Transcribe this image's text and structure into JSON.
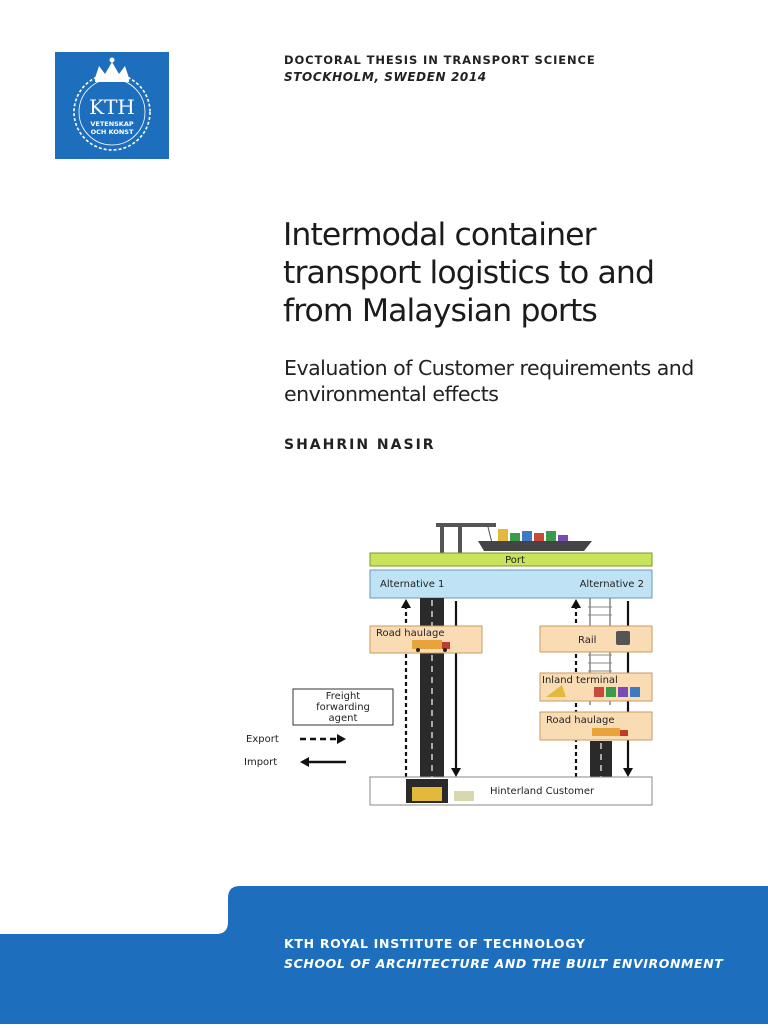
{
  "logo": {
    "text": "KTH",
    "motto_line1": "VETENSKAP",
    "motto_line2": "OCH KONST"
  },
  "header": {
    "series": "DOCTORAL THESIS IN TRANSPORT SCIENCE",
    "place_year": "STOCKHOLM, SWEDEN 2014"
  },
  "title": {
    "line1": "Intermodal container",
    "line2": "transport logistics to and",
    "line3": "from Malaysian ports"
  },
  "subtitle": {
    "line1": "Evaluation of Customer requirements and",
    "line2": "environmental effects"
  },
  "author": "SHAHRIN NASIR",
  "diagram": {
    "port": "Port",
    "alternative1": "Alternative 1",
    "alternative2": "Alternative 2",
    "road_haulage_1": "Road haulage",
    "rail": "Rail",
    "inland_terminal": "Inland terminal",
    "road_haulage_2": "Road haulage",
    "freight_line1": "Freight",
    "freight_line2": "forwarding",
    "freight_line3": "agent",
    "export": "Export",
    "import": "Import",
    "hinterland": "Hinterland Customer"
  },
  "footer": {
    "institute": "KTH ROYAL INSTITUTE OF TECHNOLOGY",
    "school": "SCHOOL OF ARCHITECTURE AND THE BUILT ENVIRONMENT"
  },
  "colors": {
    "kth_blue": "#1d6fbe",
    "port_green": "#c9e35b",
    "alt_blue": "#bfe3f5",
    "box_orange": "#fadcb4"
  }
}
